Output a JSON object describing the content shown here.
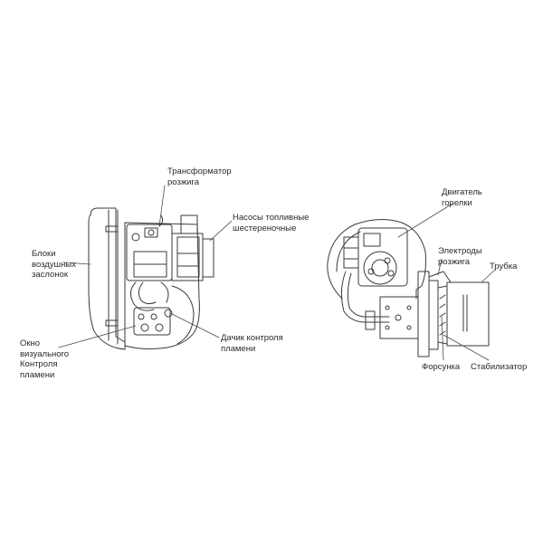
{
  "labels": {
    "transformer": [
      "Трансформатор",
      "розжига"
    ],
    "pumps": [
      "Насосы топливные",
      "шестереночные"
    ],
    "dampers": [
      "Блоки",
      "воздушных",
      "заслонок"
    ],
    "window": [
      "Окно",
      "визуального",
      "Контроля",
      "пламени"
    ],
    "sensor": [
      "Дачик контроля",
      "пламени"
    ],
    "motor": [
      "Двигатель",
      "горелки"
    ],
    "electrodes": [
      "Электроды",
      "розжига"
    ],
    "tube": [
      "Трубка"
    ],
    "nozzle": [
      "Форсунка"
    ],
    "stabilizer": [
      "Стабилизатор"
    ]
  }
}
